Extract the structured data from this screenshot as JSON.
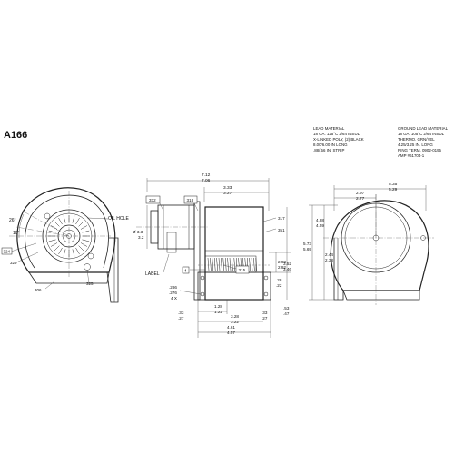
{
  "model": "A166",
  "lead_material": {
    "title": "LEAD MATERIAL",
    "lines": [
      "18 GA. 125°C 2/64 INSUL",
      "X-LINKED POLY, (2) BLACK",
      "8.00/6.00 IN LONG",
      ".88/.56 IN. STRIP"
    ]
  },
  "ground_lead_material": {
    "title": "GROUND LEAD MATERIAL",
    "lines": [
      "18 GA. 105°C 2/64 INSUL",
      "THERMO. GRN/YEL",
      "4.25/3.25 IN. LONG",
      "RING TERM. 0902-0195",
      "AMP #61704-1"
    ]
  },
  "left_view": {
    "angle_1": "26°",
    "angle_2": "10°",
    "oil_hole": "OIL HOLE",
    "callouts": [
      "324",
      "329",
      "325",
      "306"
    ]
  },
  "center_view": {
    "overall_width": [
      "7.12",
      "7.06"
    ],
    "housing_width": [
      "3.33",
      "3.27"
    ],
    "diameter": [
      "Ø 3.3",
      "3.2"
    ],
    "dim_2": [
      "2.98",
      "2.92"
    ],
    "dim_3": [
      "3.52",
      "3.46"
    ],
    "dim_4": [
      ".28",
      ".22"
    ],
    "hole": [
      ".286",
      ".276",
      "4 X"
    ],
    "dim_5": [
      ".33",
      ".27"
    ],
    "dim_6": [
      ".33",
      ".27"
    ],
    "dim_7": [
      ".53",
      ".47"
    ],
    "dim_8": [
      "1.28",
      "1.22"
    ],
    "dim_9": [
      "3.28",
      "3.22"
    ],
    "dim_10": [
      "4.61",
      "4.57"
    ],
    "label": "LABEL",
    "callout_4": "4",
    "callouts": [
      "332",
      "318",
      "317",
      "351",
      "315"
    ]
  },
  "right_view": {
    "top_1": [
      "5.35",
      "5.29"
    ],
    "top_2": [
      "2.97",
      "2.77"
    ],
    "left_1": [
      "4.88",
      "4.59"
    ],
    "left_2": [
      "5.73",
      "5.69"
    ],
    "left_3": [
      "2.44",
      "2.38"
    ]
  }
}
